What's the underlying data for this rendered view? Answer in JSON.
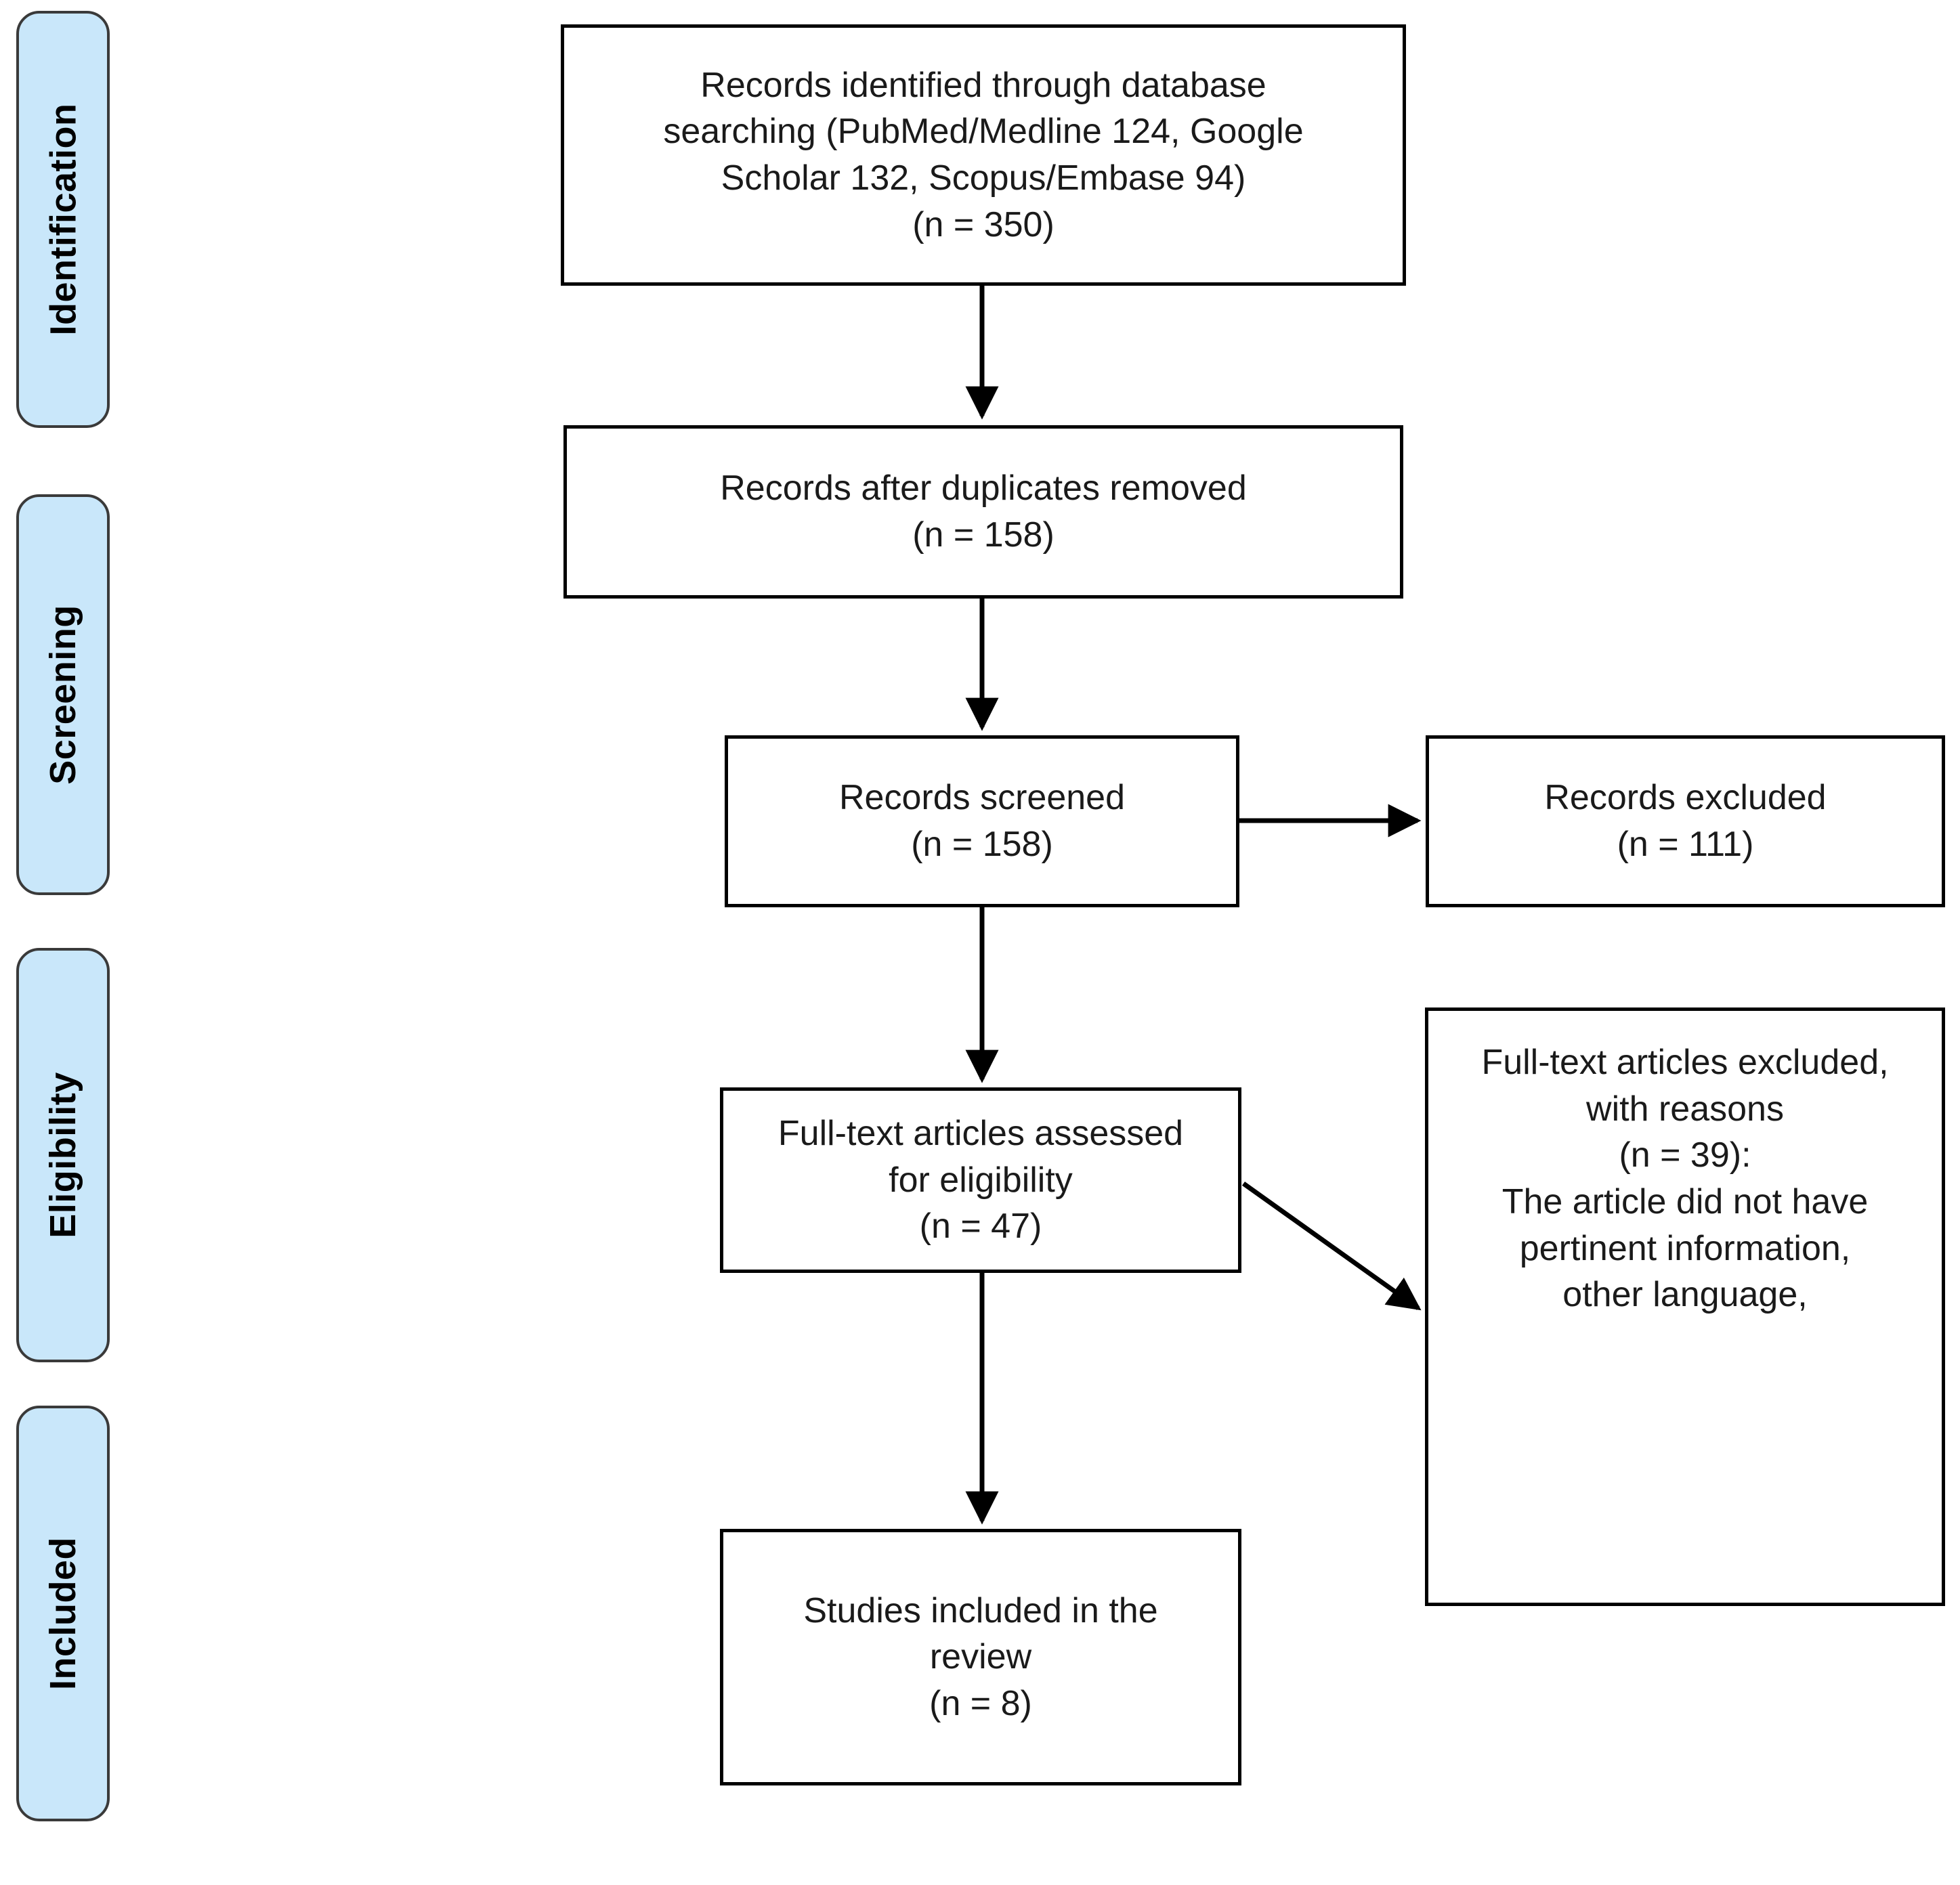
{
  "diagram": {
    "type": "prisma-flow-diagram",
    "accent_color": "#c9e7fa",
    "border_color": "#000000",
    "stages": [
      {
        "id": "identification",
        "label": "Identification"
      },
      {
        "id": "screening",
        "label": "Screening"
      },
      {
        "id": "eligibility",
        "label": "Eligibility"
      },
      {
        "id": "included",
        "label": "Included"
      }
    ],
    "boxes": [
      {
        "id": "records-identified",
        "text": "Records identified through database\nsearching (PubMed/Medline 124, Google\nScholar 132, Scopus/Embase 94)\n(n = 350)",
        "n": 350
      },
      {
        "id": "records-after-duplicates",
        "text": "Records after duplicates removed\n(n = 158)",
        "n": 158
      },
      {
        "id": "records-screened",
        "text": "Records screened\n(n = 158)",
        "n": 158
      },
      {
        "id": "records-excluded",
        "text": "Records excluded\n(n = 111)",
        "n": 111
      },
      {
        "id": "fulltext-assessed",
        "text": "Full-text articles assessed\nfor eligibility\n(n = 47)",
        "n": 47
      },
      {
        "id": "fulltext-excluded",
        "text": "Full-text articles excluded,\nwith reasons\n(n = 39):\nThe article did not have\npertinent information,\nother language,",
        "n": 39
      },
      {
        "id": "studies-included",
        "text": "Studies included in the\nreview\n(n = 8)",
        "n": 8
      }
    ],
    "connectors": [
      {
        "id": "identified-to-duplicates",
        "kind": "arrow-down"
      },
      {
        "id": "duplicates-to-screened",
        "kind": "arrow-down"
      },
      {
        "id": "screened-to-excluded",
        "kind": "arrow-right"
      },
      {
        "id": "screened-to-fulltext",
        "kind": "arrow-down"
      },
      {
        "id": "fulltext-to-ftexcluded",
        "kind": "arrow-diagonal"
      },
      {
        "id": "fulltext-to-included",
        "kind": "arrow-down"
      }
    ]
  }
}
